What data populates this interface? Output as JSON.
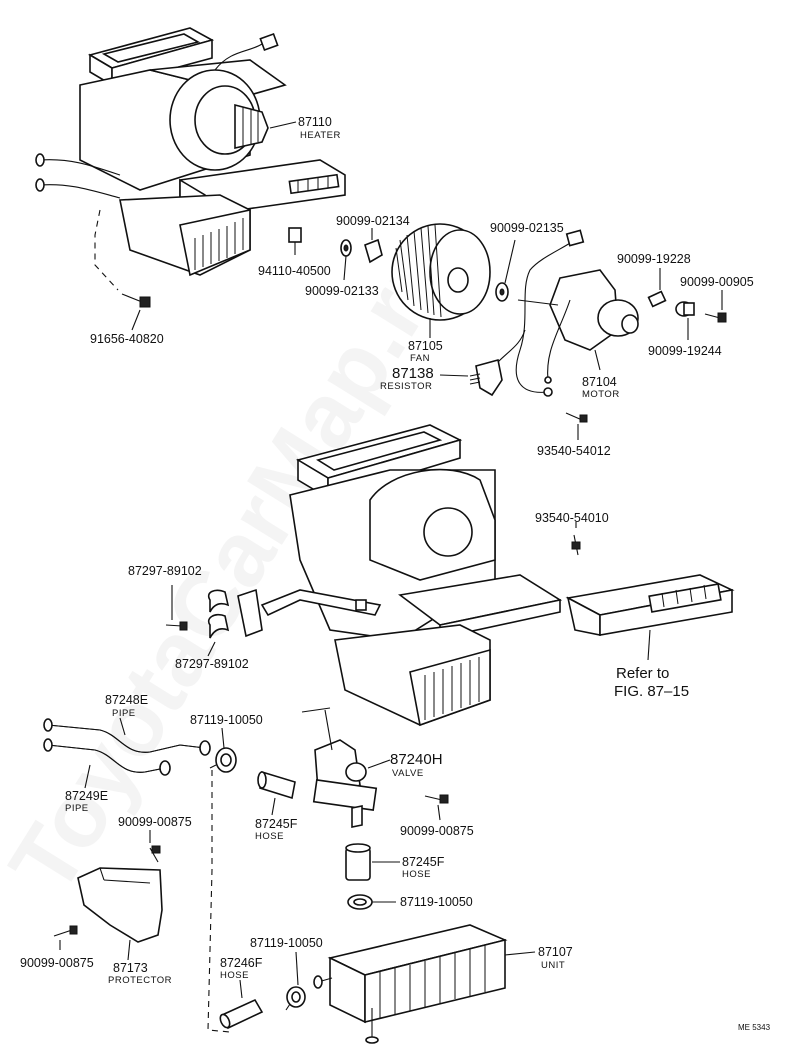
{
  "watermark": "ToyotaCarMap.ru",
  "stamp": "ME 5343",
  "refer_note": {
    "line1": "Refer to",
    "line2": "FIG. 87–15"
  },
  "parts": {
    "heater_number": "87110",
    "heater_name": "HEATER",
    "fan_number": "87105",
    "fan_name": "FAN",
    "resistor_number": "87138",
    "resistor_name": "RESISTOR",
    "motor_number": "87104",
    "motor_name": "MOTOR",
    "pipe_number": "87248E",
    "pipe_name": "PIPE",
    "pipe2_number": "87249E",
    "pipe2_name": "PIPE",
    "valve_number": "87240H",
    "valve_name": "VALVE",
    "hose_a_number": "87245F",
    "hose_a_name": "HOSE",
    "hose_b_number": "87245F",
    "hose_b_name": "HOSE",
    "hose_c_number": "87246F",
    "hose_c_name": "HOSE",
    "protector_number": "87173",
    "protector_name": "PROTECTOR",
    "unit_number": "87107",
    "unit_name": "UNIT"
  },
  "fasteners": {
    "f1": "94110-40500",
    "f2": "90099-02134",
    "f3": "90099-02133",
    "f4": "90099-02135",
    "f5": "90099-19228",
    "f6": "90099-00905",
    "f7": "90099-19244",
    "f8": "91656-40820",
    "f9": "93540-54012",
    "f10": "93540-54010",
    "f11": "87297-89102",
    "f12": "87297-89102",
    "f13": "87119-10050",
    "f14": "90099-00875",
    "f15": "90099-00875",
    "f16": "87119-10050",
    "f17": "87119-10050",
    "f18": "90099-00875"
  }
}
